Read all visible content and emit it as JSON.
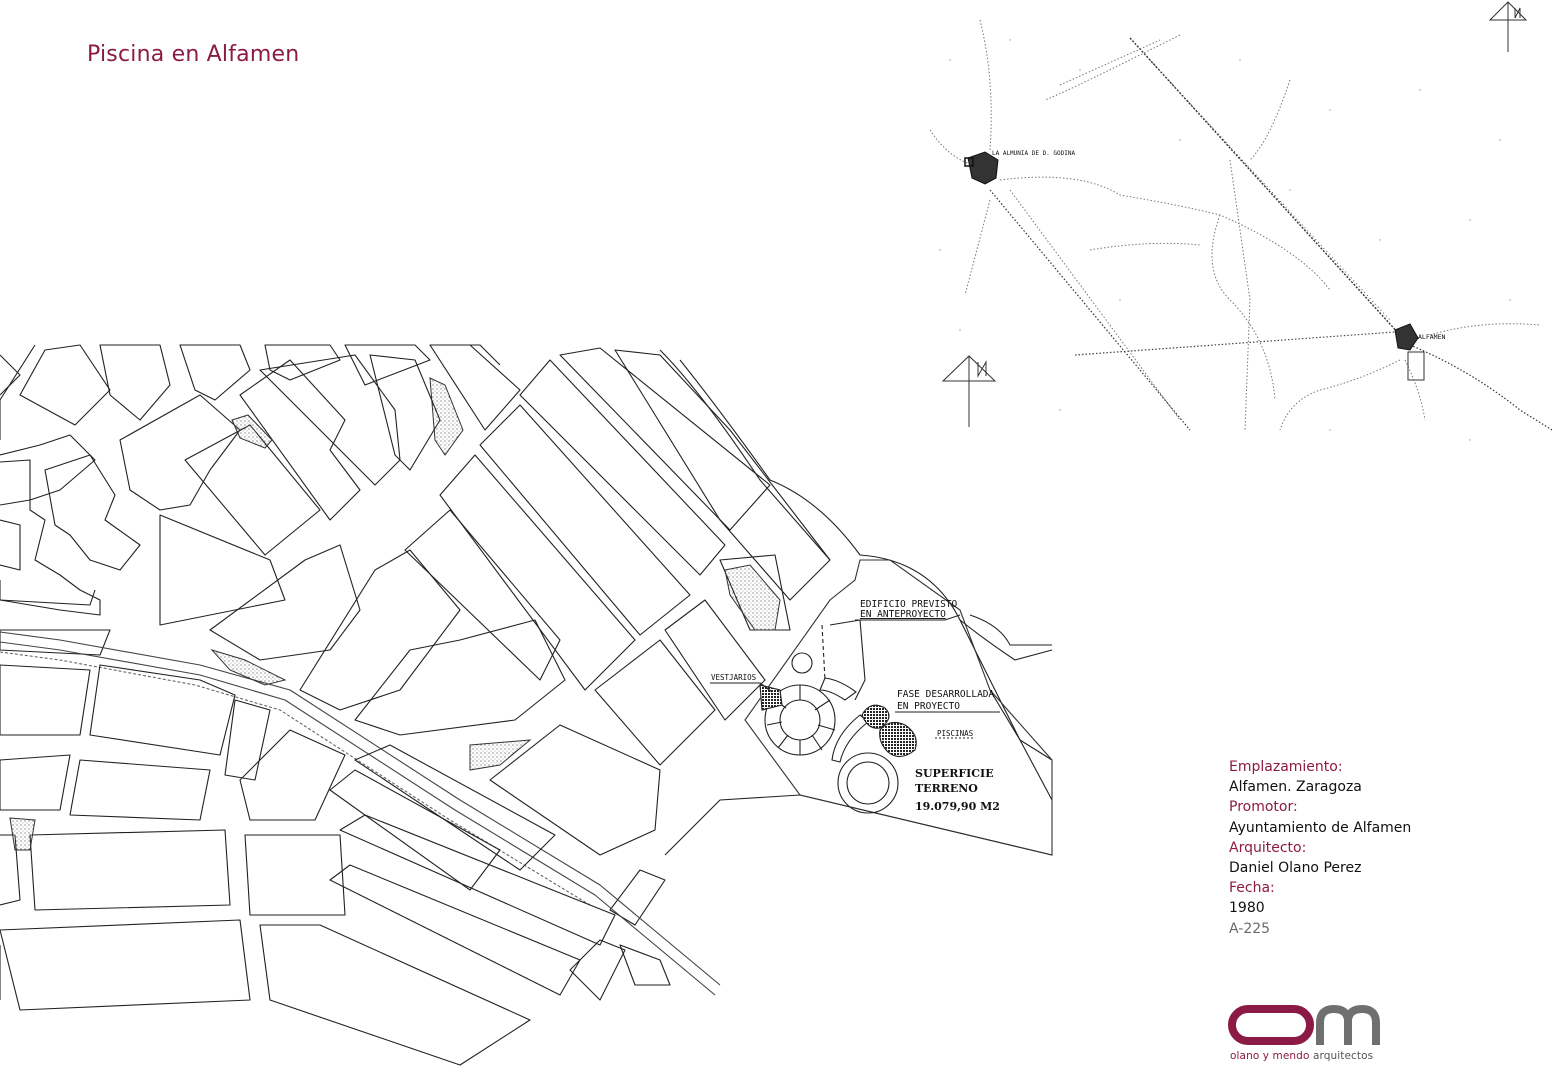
{
  "title": "Piscina en Alfamen",
  "colors": {
    "accent": "#8b1a45",
    "logo_grey": "#6f6f6f",
    "text": "#111111",
    "code": "#6a6a6a"
  },
  "location_map": {
    "town_upper": "LA ALMUNIA DE D. GODINA",
    "town_lower": "ALFAMEN",
    "north_arrow_icon": "north-arrow-icon"
  },
  "site_plan": {
    "label_building": "EDIFICIO PREVISTO EN ANTEPROYECTO",
    "label_building_l1": "EDIFICIO PREVISTO",
    "label_building_l2": "EN ANTEPROYECTO",
    "label_vestuarios": "VESTJARIOS",
    "label_phase_l1": "FASE DESARROLLADA",
    "label_phase_l2": "EN PROYECTO",
    "label_pools": "PISCINAS",
    "surface_l1": "SUPERFICIE",
    "surface_l2": "TERRENO",
    "surface_l3": "19.079,90  M2"
  },
  "info": {
    "location_label": "Emplazamiento:",
    "location_value": "Alfamen. Zaragoza",
    "promoter_label": "Promotor:",
    "promoter_value": "Ayuntamiento de Alfamen",
    "architect_label": "Arquitecto:",
    "architect_value": "Daniel Olano Perez",
    "date_label": "Fecha:",
    "date_value": "1980",
    "code": "A-225"
  },
  "logo": {
    "mark": "om",
    "tagline_a": "olano y mendo",
    "tagline_b": "arquitectos"
  }
}
